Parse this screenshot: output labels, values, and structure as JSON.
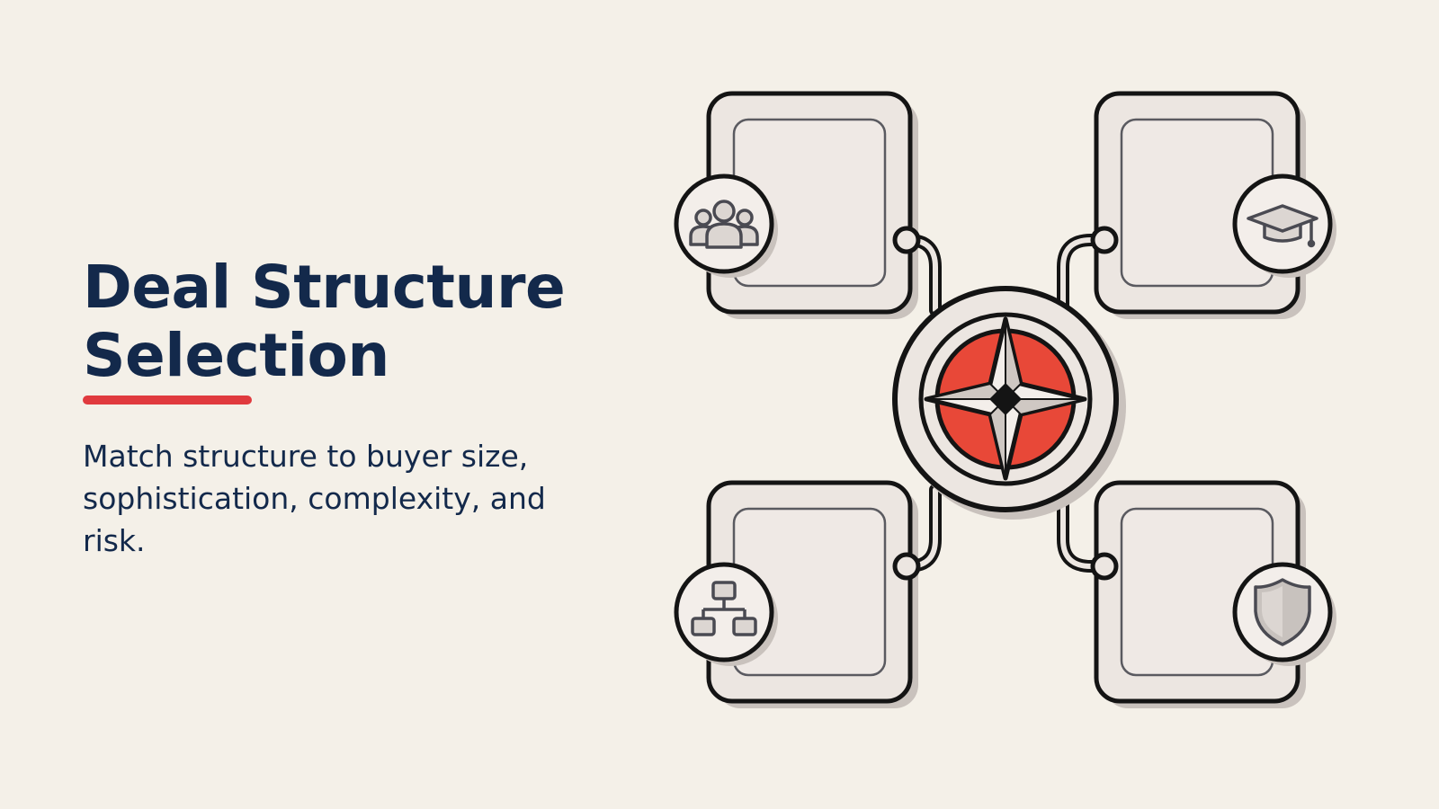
{
  "slide": {
    "title": "Deal Structure Selection",
    "subtitle": "Match structure to buyer size, sophistication, complexity, and risk."
  },
  "diagram": {
    "center_icon": "compass-icon",
    "cards": [
      {
        "position": "top-left",
        "icon": "people-group-icon"
      },
      {
        "position": "top-right",
        "icon": "graduation-cap-icon"
      },
      {
        "position": "bottom-left",
        "icon": "org-chart-icon"
      },
      {
        "position": "bottom-right",
        "icon": "shield-icon"
      }
    ]
  },
  "colors": {
    "background": "#f4f0e8",
    "title_text": "#13294b",
    "accent": "#e03a3e",
    "outline": "#141414",
    "card_fill": "#ece6e1",
    "compass_red": "#e84838"
  }
}
